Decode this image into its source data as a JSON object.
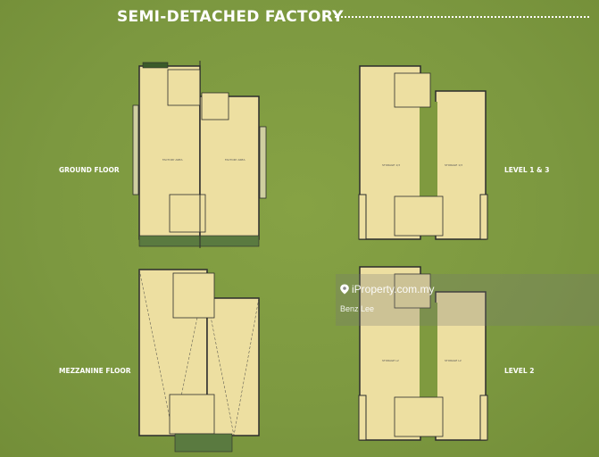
{
  "title": "SEMI-DETACHED FACTORY",
  "floors": {
    "ground": "GROUND FLOOR",
    "level13": "LEVEL 1 & 3",
    "mezzanine": "MEZZANINE FLOOR",
    "level2": "LEVEL 2"
  },
  "watermark": {
    "brand": "iProperty.com.my",
    "author": "Benz Lee"
  },
  "colors": {
    "background": "#7f9a3f",
    "floor_fill": "#eddfa1",
    "wall": "#2c2c2c",
    "text": "#ffffff"
  }
}
